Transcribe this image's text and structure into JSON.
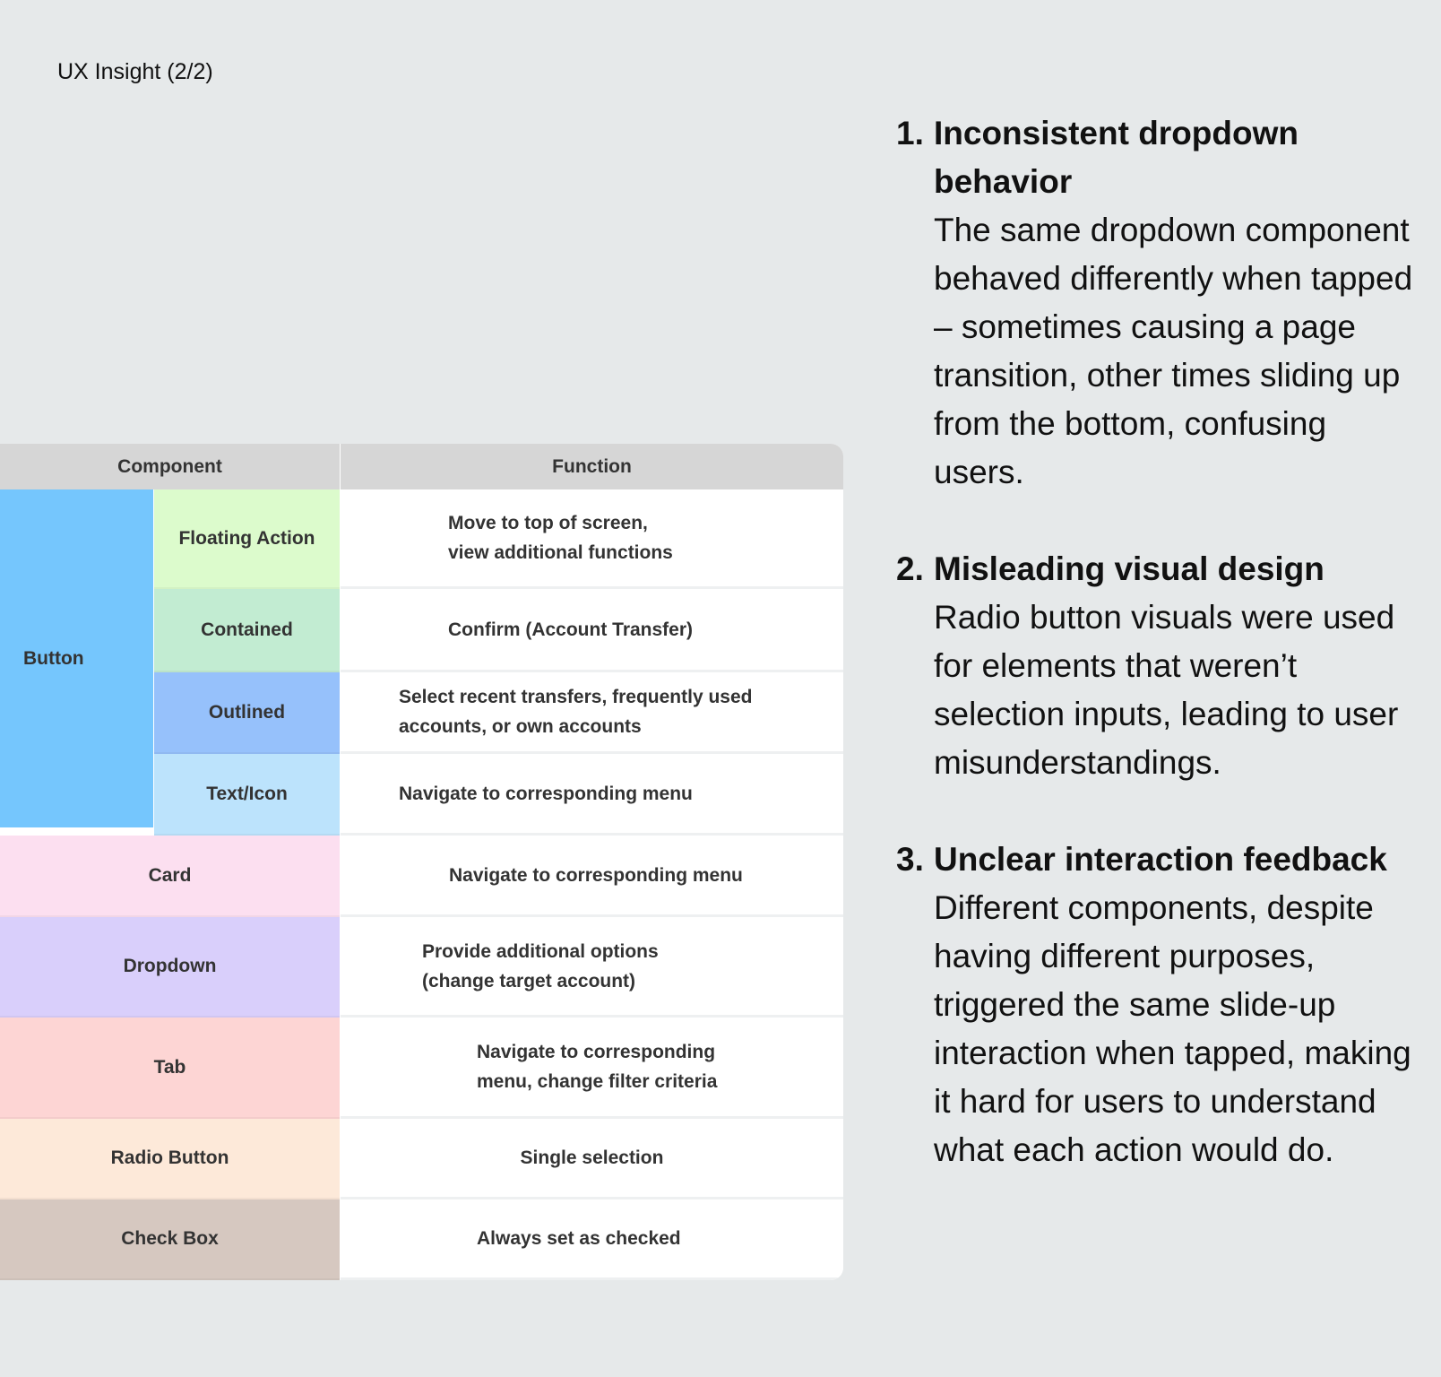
{
  "title": "UX Insight (2/2)",
  "table": {
    "headers": [
      "Component",
      "Function"
    ],
    "button_group": "Button",
    "rows": [
      {
        "component": "Floating Action",
        "function": [
          "Move to top of screen,",
          "view additional functions"
        ],
        "color": "#dcfbcc"
      },
      {
        "component": "Contained",
        "function": [
          "Confirm (Account Transfer)"
        ],
        "color": "#c2ecd2"
      },
      {
        "component": "Outlined",
        "function": [
          "Select recent transfers, frequently used",
          "accounts, or own accounts"
        ],
        "color": "#96c1fb"
      },
      {
        "component": "Text/Icon",
        "function": [
          "Navigate to corresponding menu"
        ],
        "color": "#bce3fc"
      },
      {
        "component": "Card",
        "function": [
          "Navigate to corresponding menu"
        ],
        "color": "#fcdff0"
      },
      {
        "component": "Dropdown",
        "function": [
          "Provide additional options",
          "(change target account)"
        ],
        "color": "#d9cffb"
      },
      {
        "component": "Tab",
        "function": [
          "Navigate to corresponding",
          "menu, change filter criteria"
        ],
        "color": "#fdd5d4"
      },
      {
        "component": "Radio Button",
        "function": [
          "Single selection"
        ],
        "color": "#fde9d9"
      },
      {
        "component": "Check Box",
        "function": [
          "Always set as checked"
        ],
        "color": "#d6c8c0"
      }
    ],
    "button_color": "#75c6fd"
  },
  "insights": [
    {
      "number": "1.",
      "heading": "Inconsistent dropdown behavior",
      "body": "The same dropdown component behaved differently when tapped – sometimes causing a page transition, other times sliding up from the bottom, confusing users."
    },
    {
      "number": "2.",
      "heading": "Misleading visual design",
      "body": "Radio button visuals were used for elements that weren’t selection inputs, leading to user misunderstandings."
    },
    {
      "number": "3.",
      "heading": "Unclear interaction feedback",
      "body": "Different components, despite having different purposes, triggered the same slide-up interaction when tapped, making it hard for users to understand what each action would do."
    }
  ]
}
